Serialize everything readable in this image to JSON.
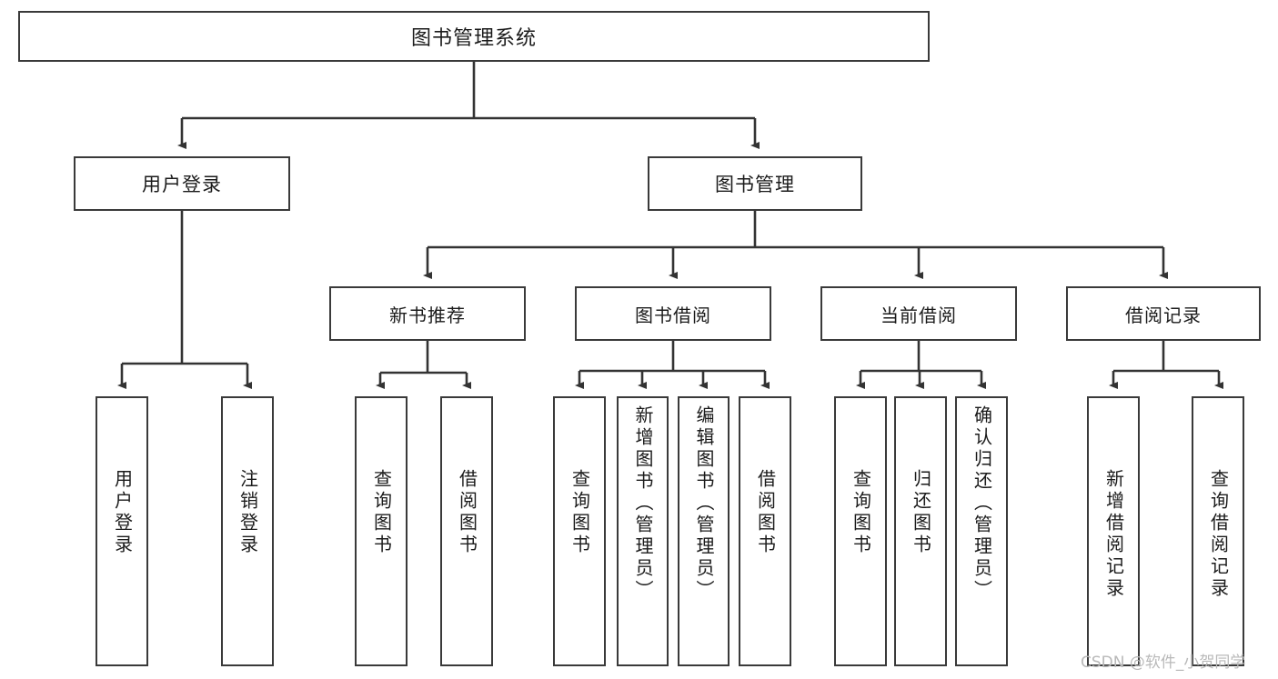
{
  "diagram": {
    "title": "图书管理系统",
    "type": "tree",
    "root": {
      "id": "root",
      "label": "图书管理系统"
    },
    "level1": [
      {
        "id": "user-login",
        "label": "用户登录"
      },
      {
        "id": "book-manage",
        "label": "图书管理"
      }
    ],
    "level2": [
      {
        "id": "new-book-recommend",
        "label": "新书推荐",
        "parent": "book-manage"
      },
      {
        "id": "book-borrow",
        "label": "图书借阅",
        "parent": "book-manage"
      },
      {
        "id": "current-borrow",
        "label": "当前借阅",
        "parent": "book-manage"
      },
      {
        "id": "borrow-record",
        "label": "借阅记录",
        "parent": "book-manage"
      }
    ],
    "leaves": [
      {
        "id": "leaf-user-login",
        "label": "用户登录",
        "parent": "user-login"
      },
      {
        "id": "leaf-logout-login",
        "label": "注销登录",
        "parent": "user-login"
      },
      {
        "id": "leaf-query-book-1",
        "label": "查询图书",
        "parent": "new-book-recommend"
      },
      {
        "id": "leaf-borrow-book-1",
        "label": "借阅图书",
        "parent": "new-book-recommend"
      },
      {
        "id": "leaf-query-book-2",
        "label": "查询图书",
        "parent": "book-borrow"
      },
      {
        "id": "leaf-add-book",
        "label": "新增图书（管理员）",
        "parent": "book-borrow"
      },
      {
        "id": "leaf-edit-book",
        "label": "编辑图书（管理员）",
        "parent": "book-borrow"
      },
      {
        "id": "leaf-borrow-book-2",
        "label": "借阅图书",
        "parent": "book-borrow"
      },
      {
        "id": "leaf-query-book-3",
        "label": "查询图书",
        "parent": "current-borrow"
      },
      {
        "id": "leaf-return-book",
        "label": "归还图书",
        "parent": "current-borrow"
      },
      {
        "id": "leaf-confirm-return",
        "label": "确认归还（管理员）",
        "parent": "current-borrow"
      },
      {
        "id": "leaf-add-record",
        "label": "新增借阅记录",
        "parent": "borrow-record"
      },
      {
        "id": "leaf-query-record",
        "label": "查询借阅记录",
        "parent": "borrow-record"
      }
    ]
  },
  "watermark": {
    "text": "CSDN @软件_小贺同学"
  },
  "colors": {
    "border": "#3a3a3a",
    "text": "#1b1b1b",
    "background": "#ffffff",
    "watermark": "#b9b9b9"
  }
}
